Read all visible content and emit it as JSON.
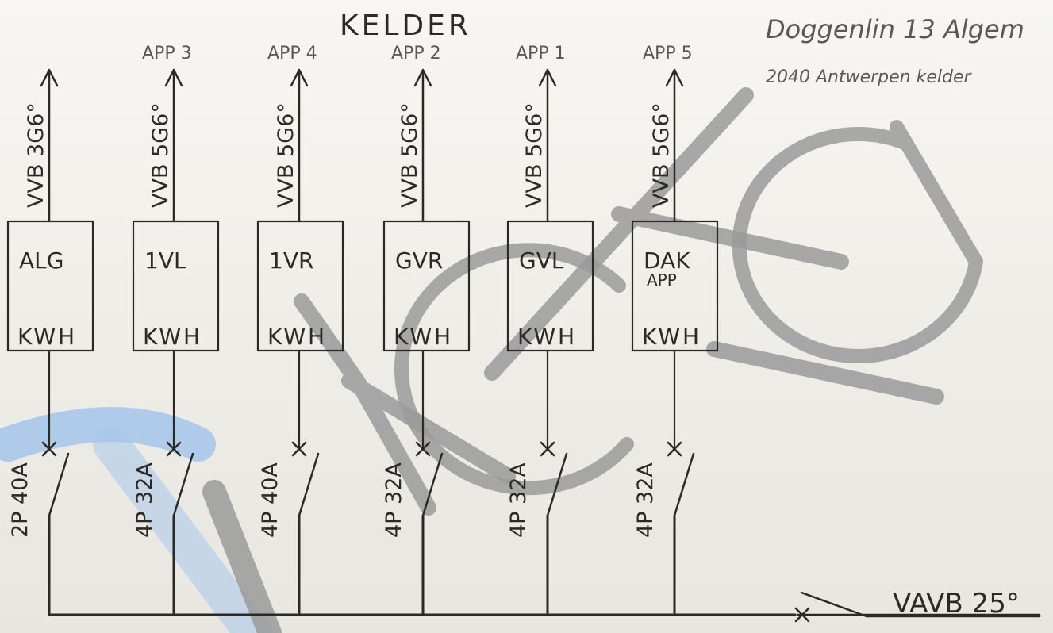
{
  "title": "KELDER",
  "address": {
    "line1": "Doggenlin 13 Algem",
    "line2": "2040 Antwerpen kelder"
  },
  "colors": {
    "ink": "#2b2a27",
    "watermark_gray": "#9a9a9a",
    "watermark_blue": "#a9c7ea",
    "paper": "#f4f2ee"
  },
  "watermark": {
    "text": "VACEG"
  },
  "circuits": [
    {
      "app": "",
      "cable": "VVB 3G6°",
      "meter_name": "ALG",
      "meter_name2": "",
      "meter_unit": "KWH",
      "breaker": "2P 40A"
    },
    {
      "app": "APP 3",
      "cable": "VVB 5G6°",
      "meter_name": "1VL",
      "meter_name2": "",
      "meter_unit": "KWH",
      "breaker": "4P 32A"
    },
    {
      "app": "APP 4",
      "cable": "VVB 5G6°",
      "meter_name": "1VR",
      "meter_name2": "",
      "meter_unit": "KWH",
      "breaker": "4P 40A"
    },
    {
      "app": "APP 2",
      "cable": "VVB 5G6°",
      "meter_name": "GVR",
      "meter_name2": "",
      "meter_unit": "KWH",
      "breaker": "4P 32A"
    },
    {
      "app": "APP 1",
      "cable": "VVB 5G6°",
      "meter_name": "GVL",
      "meter_name2": "",
      "meter_unit": "KWH",
      "breaker": "4P 32A"
    },
    {
      "app": "APP 5",
      "cable": "VVB 5G6°",
      "meter_name": "DAK",
      "meter_name2": "APP",
      "meter_unit": "KWH",
      "breaker": "4P 32A"
    }
  ],
  "main_supply": {
    "cable": "VAVB 25°"
  }
}
